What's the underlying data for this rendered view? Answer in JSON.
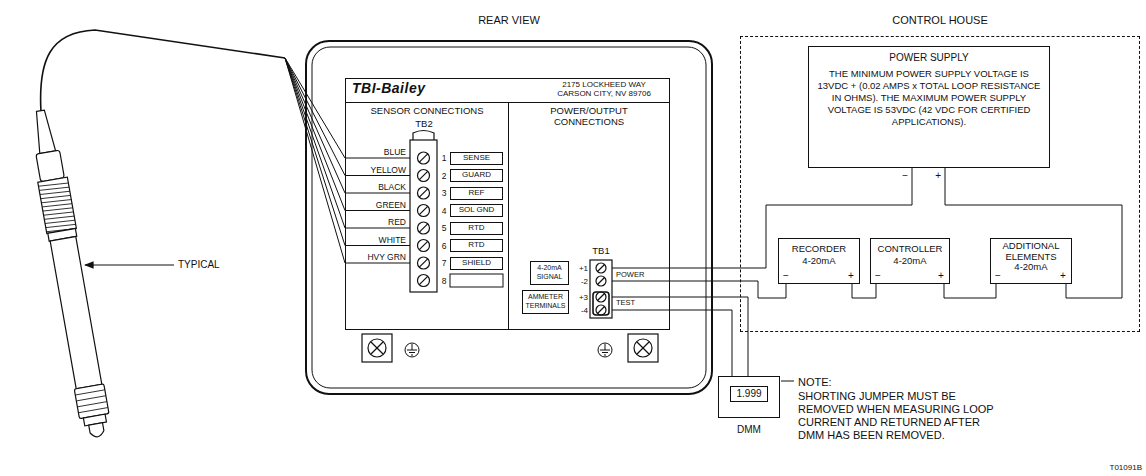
{
  "diagram": {
    "nodes": [
      {
        "text": [
          "REAR VIEW"
        ]
      },
      {
        "text": [
          "TBI-Bailey",
          "2175 LOCKHEED WAY CARSON CITY, NV 89706"
        ],
        "in": 0
      },
      {
        "text": [
          "SENSOR CONNECTIONS",
          "TB2"
        ],
        "in": 0
      },
      {
        "text": [
          "POWER/OUTPUT CONNECTIONS",
          "TB1"
        ],
        "in": 0
      },
      {
        "text": [
          "SENSE"
        ],
        "in": 2
      },
      {
        "text": [
          "GUARD"
        ],
        "in": 2
      },
      {
        "text": [
          "REF"
        ],
        "in": 2
      },
      {
        "text": [
          "SOL GND"
        ],
        "in": 2
      },
      {
        "text": [
          "RTD"
        ],
        "in": 2
      },
      {
        "text": [
          "RTD"
        ],
        "in": 2
      },
      {
        "text": [
          "SHIELD"
        ],
        "in": 2
      },
      {
        "text": [
          "4-20mA SIGNAL"
        ],
        "in": 3
      },
      {
        "text": [
          "AMMETER TERMINALS"
        ],
        "in": 3
      },
      {
        "text": [
          "CONTROL HOUSE"
        ]
      },
      {
        "text": [
          "POWER SUPPLY",
          "THE MINIMUM POWER SUPPLY VOLTAGE IS 13VDC + (0.02 AMPS x TOTAL LOOP RESISTANCE IN OHMS). THE MAXIMUM POWER SUPPLY VOLTAGE IS 53VDC (42 VDC FOR CERTIFIED APPLICATIONS)."
        ],
        "in": 13
      },
      {
        "text": [
          "RECORDER",
          "4-20mA"
        ],
        "in": 13
      },
      {
        "text": [
          "CONTROLLER",
          "4-20mA"
        ],
        "in": 13
      },
      {
        "text": [
          "ADDITIONAL ELEMENTS",
          "4-20mA"
        ],
        "in": 13
      },
      {
        "text": [
          "1.999",
          "DMM"
        ]
      }
    ],
    "edges": [
      {
        "from": 3,
        "to": 14,
        "arrow": "none"
      },
      {
        "from": 3,
        "to": 15,
        "arrow": "none"
      },
      {
        "from": 15,
        "to": 16,
        "arrow": "none"
      },
      {
        "from": 16,
        "to": 17,
        "arrow": "none"
      },
      {
        "from": 17,
        "to": 14,
        "arrow": "none"
      },
      {
        "from": 3,
        "to": 18,
        "arrow": "none"
      },
      {
        "from": 3,
        "to": 18,
        "arrow": "none"
      }
    ],
    "labels": [
      "TYPICAL",
      "BLUE",
      "YELLOW",
      "BLACK",
      "GREEN",
      "RED",
      "WHITE",
      "HVY GRN",
      "1",
      "2",
      "3",
      "4",
      "5",
      "6",
      "7",
      "8",
      "+1",
      "-2",
      "+3",
      "-4",
      "POWER",
      "TEST",
      "−",
      "+",
      "−",
      "+",
      "−",
      "+",
      "−",
      "+",
      "NOTE:",
      "SHORTING JUMPER MUST BE REMOVED WHEN MEASURING LOOP CURRENT AND RETURNED AFTER DMM HAS BEEN REMOVED.",
      "T01091B"
    ]
  }
}
